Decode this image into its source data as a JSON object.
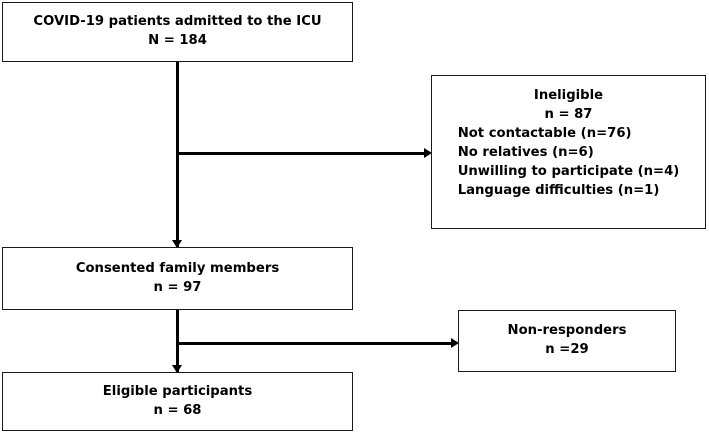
{
  "diagram": {
    "type": "participant-flow-chart",
    "boxes": {
      "icu": {
        "line1": "COVID-19 patients admitted to the ICU",
        "line2": "N = 184"
      },
      "ineligible": {
        "title": "Ineligible",
        "count": "n = 87",
        "reasons": [
          "Not contactable (n=76)",
          "No relatives (n=6)",
          "Unwilling to participate (n=4)",
          "Language difficulties (n=1)"
        ]
      },
      "consented": {
        "line1": "Consented family members",
        "line2": "n = 97"
      },
      "non_responders": {
        "line1": "Non-responders",
        "line2": "n =29"
      },
      "eligible": {
        "line1": "Eligible participants",
        "line2": "n = 68"
      }
    },
    "colors": {
      "stroke": "#000000",
      "box_border": "#1a1a1a",
      "background": "#ffffff"
    }
  }
}
